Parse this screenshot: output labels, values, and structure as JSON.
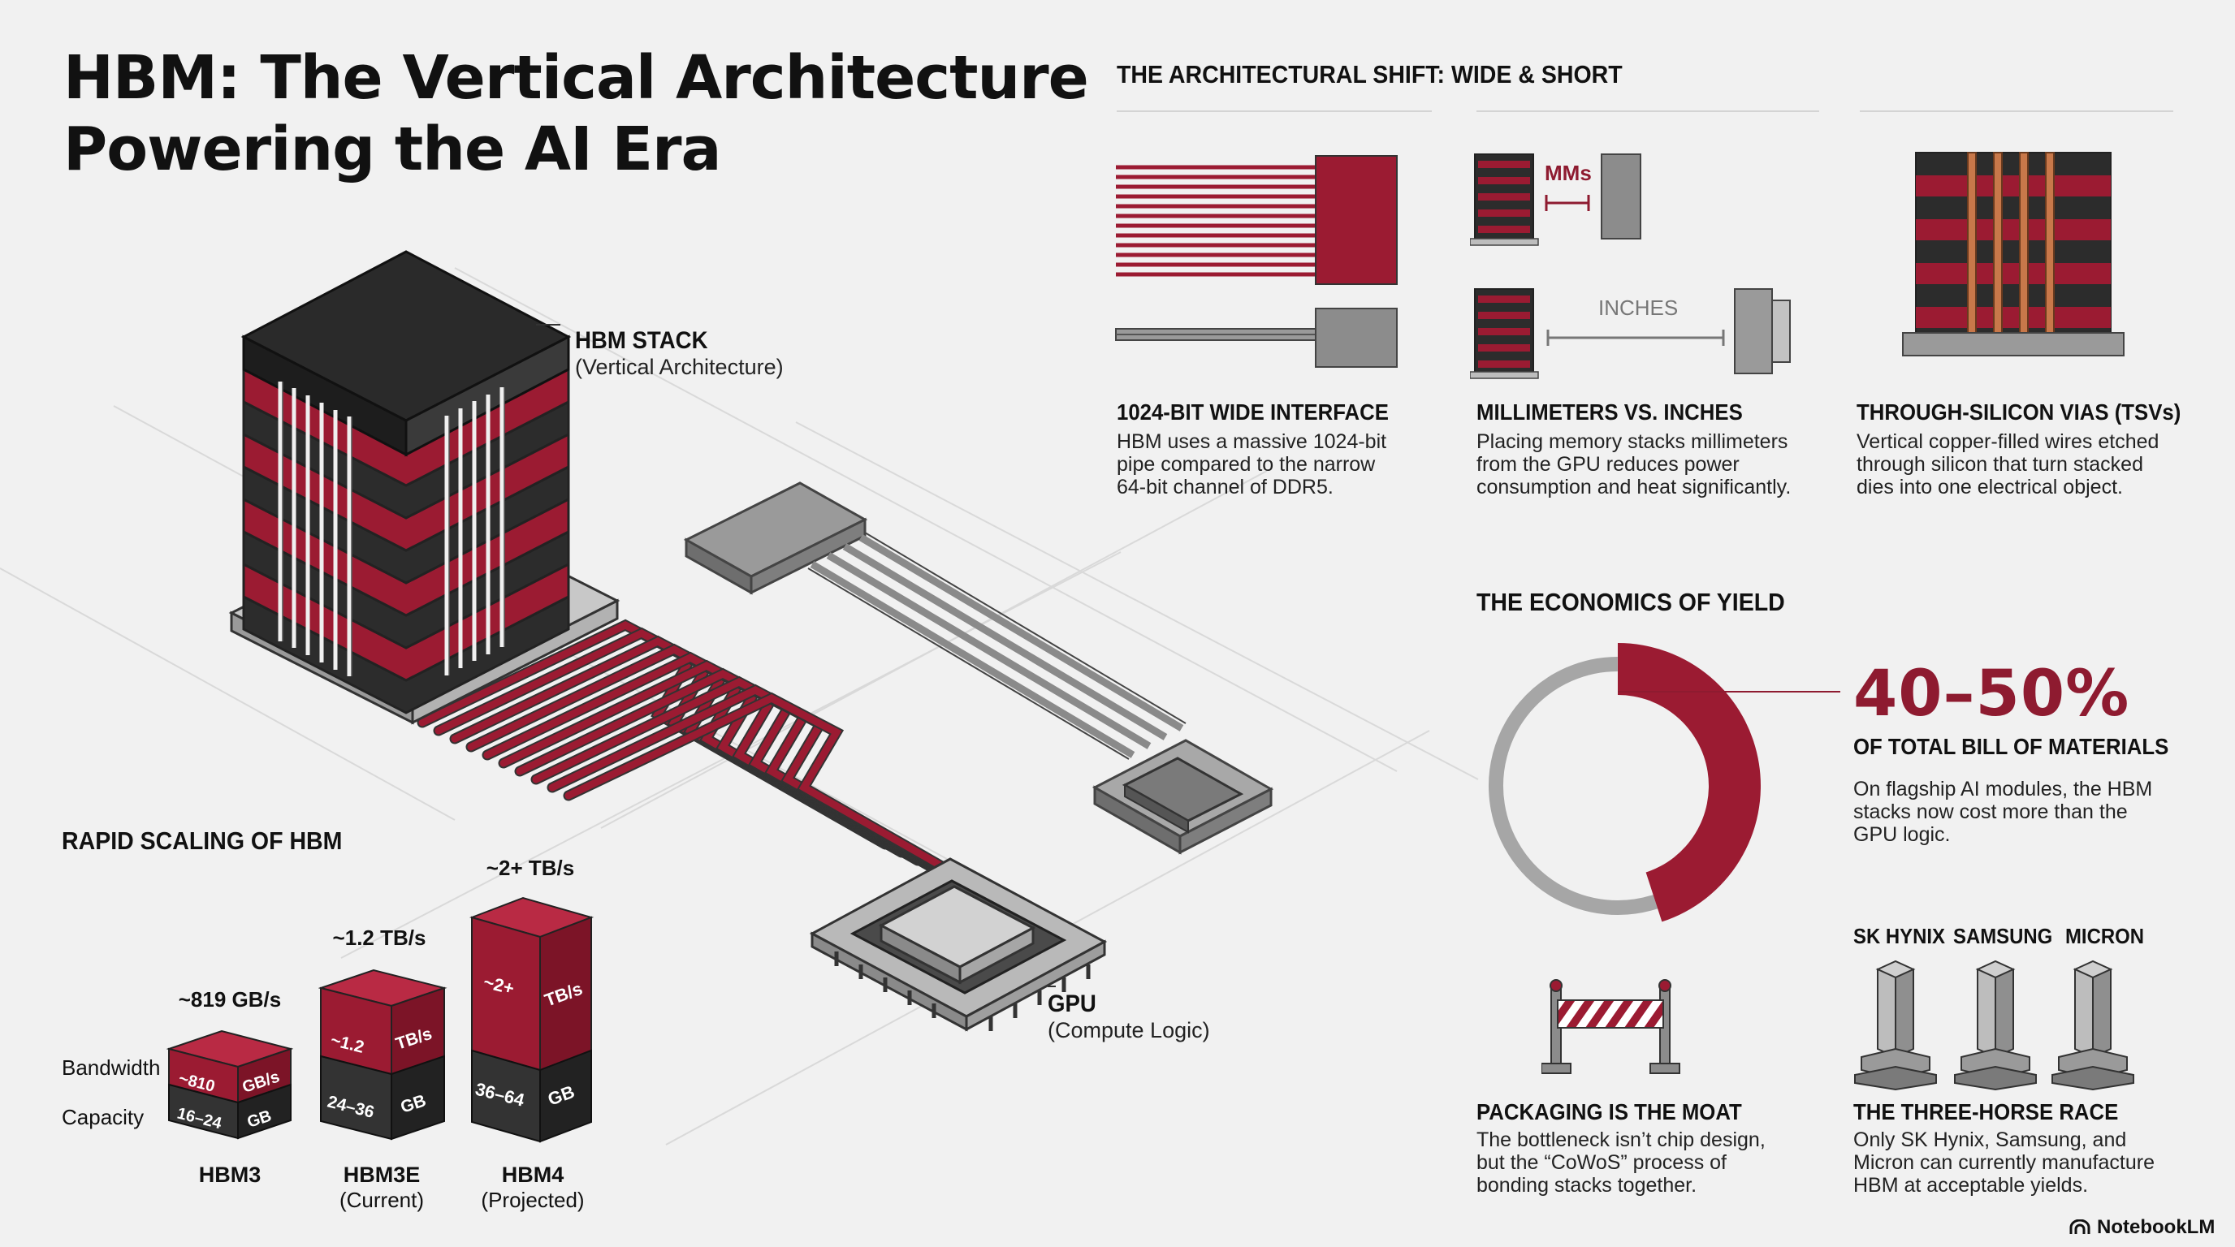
{
  "title": {
    "line1": "HBM: The Vertical Architecture",
    "line2": "Powering the AI Era"
  },
  "hero": {
    "stack_label": "HBM STACK",
    "stack_sub": "(Vertical Architecture)",
    "gpu_label": "GPU",
    "gpu_sub": "(Compute Logic)"
  },
  "shift": {
    "heading": "THE ARCHITECTURAL SHIFT: WIDE & SHORT",
    "cards": [
      {
        "title": "1024-BIT WIDE INTERFACE",
        "lines": [
          "HBM uses a massive 1024-bit",
          "pipe compared to the narrow",
          "64-bit channel of DDR5."
        ]
      },
      {
        "title": "MILLIMETERS VS. INCHES",
        "lines": [
          "Placing memory stacks millimeters",
          "from the GPU reduces power",
          "consumption and heat significantly."
        ],
        "mm_label": "MMs",
        "inch_label": "INCHES"
      },
      {
        "title": "THROUGH-SILICON VIAS (TSVs)",
        "lines": [
          "Vertical copper-filled wires etched",
          "through silicon that turn stacked",
          "dies into one electrical object."
        ]
      }
    ]
  },
  "scaling": {
    "heading": "RAPID SCALING OF HBM",
    "row_bandwidth": "Bandwidth",
    "row_capacity": "Capacity",
    "gens": [
      {
        "name": "HBM3",
        "sub": "",
        "bw_top": "~819 GB/s",
        "bw_front": "~810",
        "bw_side": "GB/s",
        "cap_front": "16–24",
        "cap_side": "GB"
      },
      {
        "name": "HBM3E",
        "sub": "(Current)",
        "bw_top": "~1.2 TB/s",
        "bw_front": "~1.2",
        "bw_side": "TB/s",
        "cap_front": "24–36",
        "cap_side": "GB"
      },
      {
        "name": "HBM4",
        "sub": "(Projected)",
        "bw_top": "~2+ TB/s",
        "bw_front": "~2+",
        "bw_side": "TB/s",
        "cap_front": "36–64",
        "cap_side": "GB"
      }
    ]
  },
  "yield": {
    "heading": "THE ECONOMICS OF YIELD",
    "stat": "40–50%",
    "stat_fraction": 0.45,
    "stat_label": "OF TOTAL BILL OF MATERIALS",
    "lines": [
      "On flagship AI modules, the HBM",
      "stacks now cost more than the",
      "GPU logic."
    ]
  },
  "moat": {
    "title": "PACKAGING IS THE MOAT",
    "lines": [
      "The bottleneck isn’t chip design,",
      "but the “CoWoS” process of",
      "bonding stacks together."
    ]
  },
  "race": {
    "vendors": [
      "SK HYNIX",
      "SAMSUNG",
      "MICRON"
    ],
    "title": "THE THREE-HORSE RACE",
    "lines": [
      "Only SK Hynix, Samsung, and",
      "Micron can currently manufacture",
      "HBM at acceptable yields."
    ]
  },
  "brand": "NotebookLM",
  "colors": {
    "accent": "#8e1b30",
    "dark": "#2a2a2a",
    "gray": "#8c8c8c",
    "background": "#f1f1f1"
  }
}
